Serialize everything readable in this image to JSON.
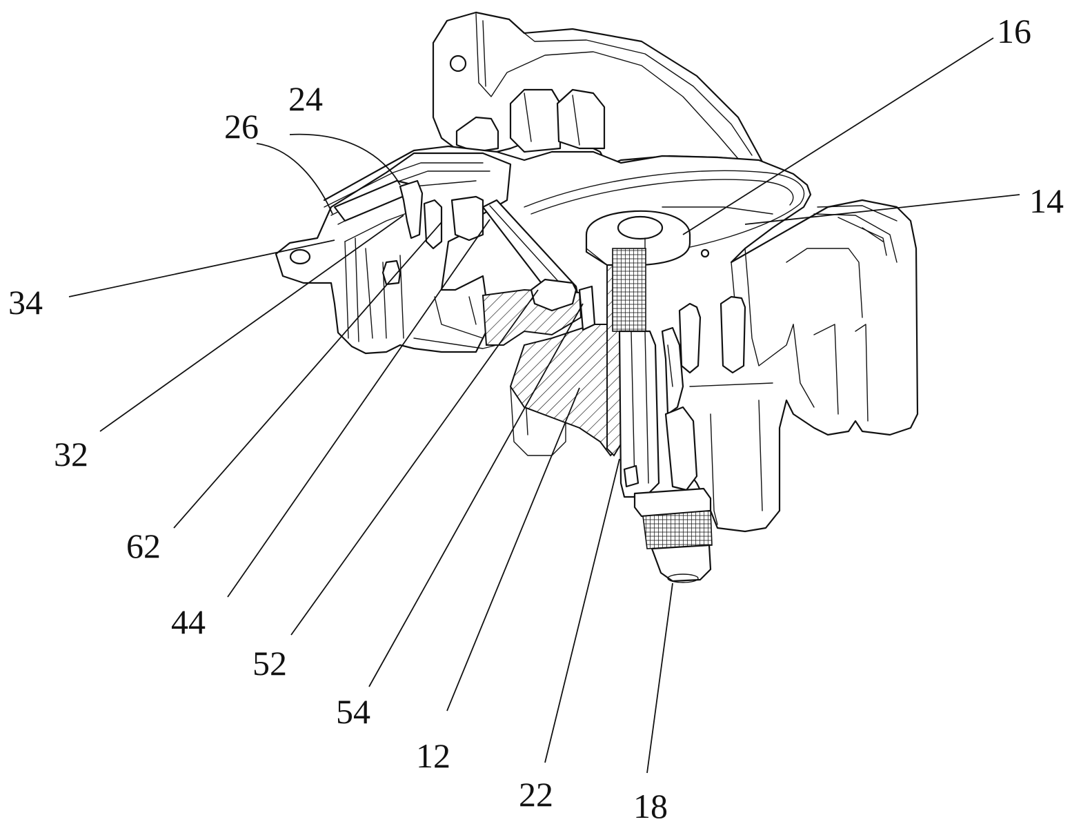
{
  "labels": [
    {
      "id": "16",
      "text": "16"
    },
    {
      "id": "14",
      "text": "14"
    },
    {
      "id": "24",
      "text": "24"
    },
    {
      "id": "26",
      "text": "26"
    },
    {
      "id": "34",
      "text": "34"
    },
    {
      "id": "32",
      "text": "32"
    },
    {
      "id": "62",
      "text": "62"
    },
    {
      "id": "44",
      "text": "44"
    },
    {
      "id": "52",
      "text": "52"
    },
    {
      "id": "54",
      "text": "54"
    },
    {
      "id": "12",
      "text": "12"
    },
    {
      "id": "22",
      "text": "22"
    },
    {
      "id": "18",
      "text": "18"
    }
  ]
}
